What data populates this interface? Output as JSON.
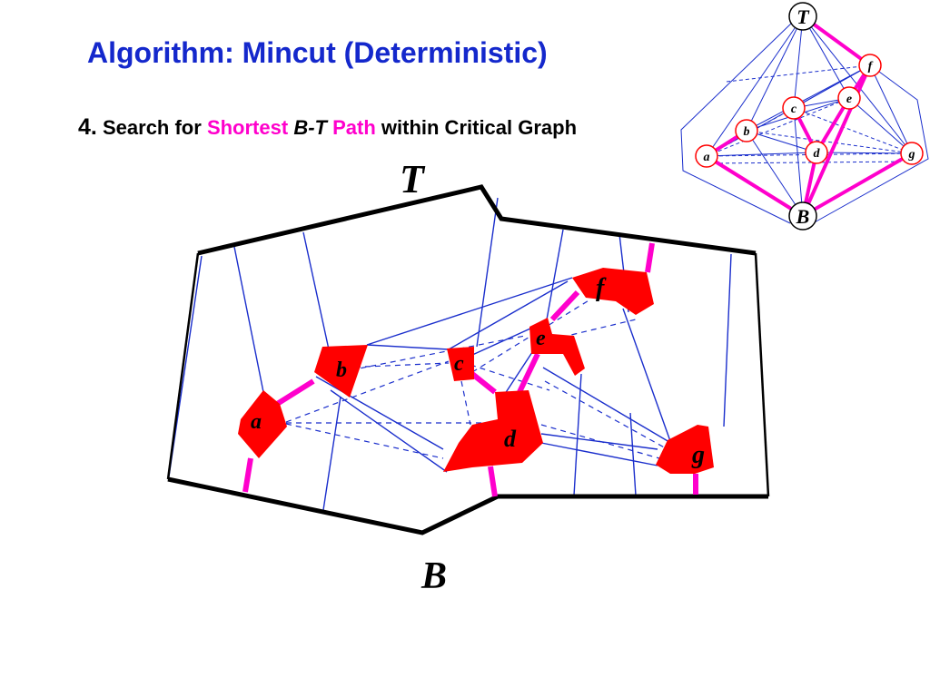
{
  "slide": {
    "title": "Algorithm: Mincut (Deterministic)",
    "step_number": "4.",
    "step_pre": "Search for",
    "step_shortest": "Shortest",
    "step_bt": "B-T",
    "step_path": "Path",
    "step_post": "within Critical Graph"
  },
  "diagram": {
    "top_label": "T",
    "bottom_label": "B",
    "regions": {
      "a": "a",
      "b": "b",
      "c": "c",
      "d": "d",
      "e": "e",
      "f": "f",
      "g": "g"
    }
  },
  "inset": {
    "nodes": {
      "T": "T",
      "B": "B",
      "a": "a",
      "b": "b",
      "c": "c",
      "d": "d",
      "e": "e",
      "f": "f",
      "g": "g"
    }
  },
  "colors": {
    "title": "#1428cc",
    "highlight": "#ff00cc",
    "region": "#ff0000",
    "edge": "#1a2ecc",
    "boundary": "#000000"
  }
}
